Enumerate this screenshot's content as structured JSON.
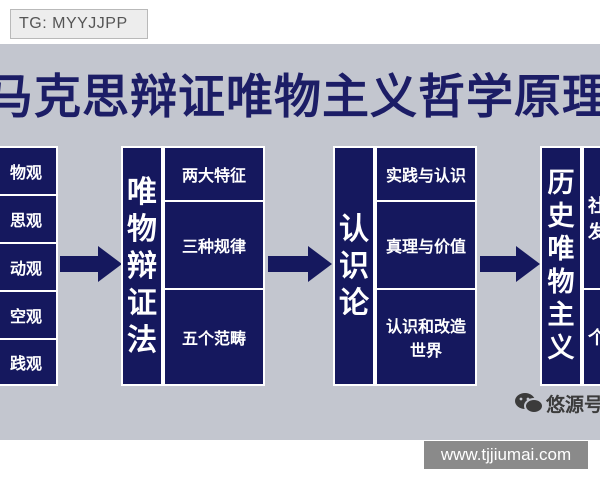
{
  "top_tag": "TG: MYYJJPP",
  "watermark_url": "www.tjjiumai.com",
  "title": "马克思辩证唯物主义哲学原理",
  "col0": {
    "items": [
      "物观",
      "思观",
      "动观",
      "空观",
      "践观"
    ]
  },
  "dialectics": {
    "label": "唯物辩证法",
    "items": [
      "两大特征",
      "三种规律",
      "五个范畴"
    ]
  },
  "epistemology": {
    "label": "认识论",
    "items": [
      "实践与认识",
      "真理与价值",
      "认识和改造世界"
    ]
  },
  "history": {
    "label": "历史唯物主义",
    "partial_1": "社发",
    "partial_2": "个"
  },
  "wechat_text": "悠源号",
  "colors": {
    "box": "#15185e",
    "title": "#1c1d66",
    "background": "#c3c6cf"
  }
}
